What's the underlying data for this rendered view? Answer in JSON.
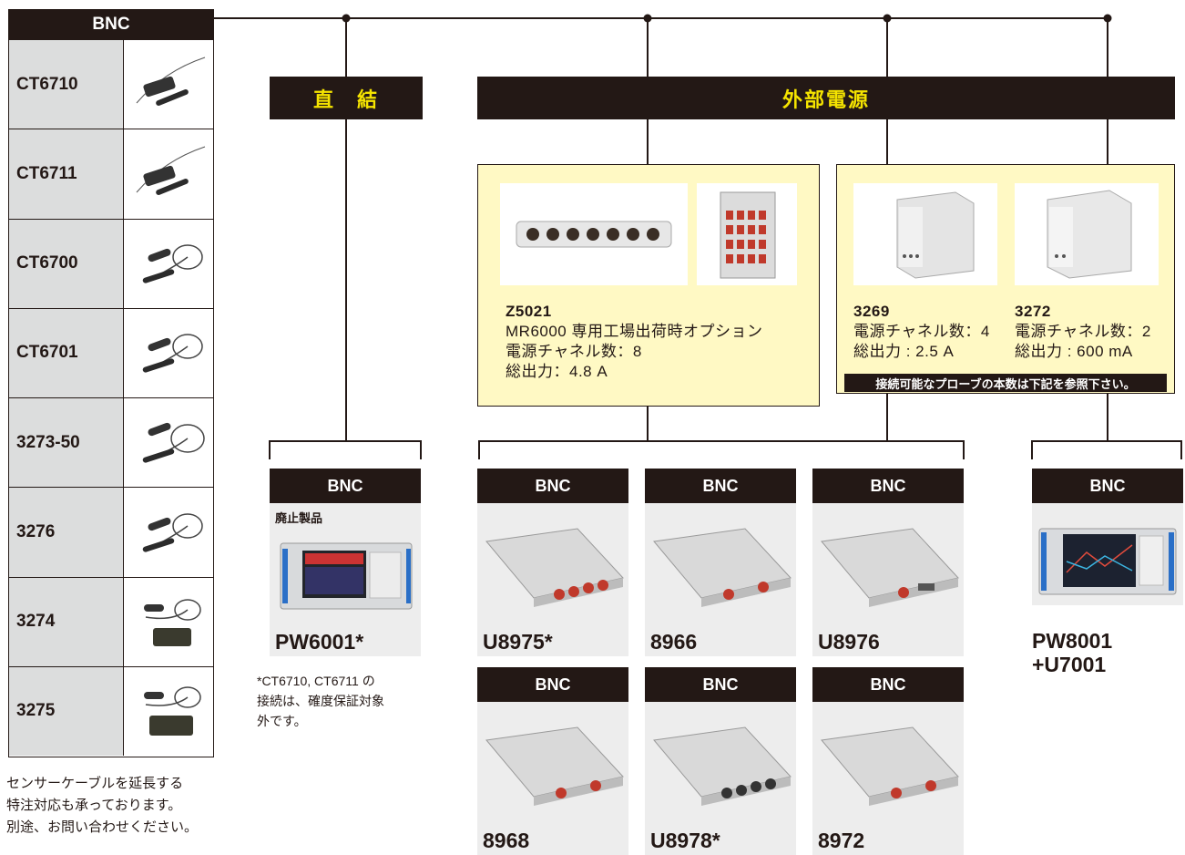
{
  "sensor_table": {
    "header": "BNC",
    "rows": [
      {
        "model": "CT6710"
      },
      {
        "model": "CT6711"
      },
      {
        "model": "CT6700"
      },
      {
        "model": "CT6701"
      },
      {
        "model": "3273-50"
      },
      {
        "model": "3276"
      },
      {
        "model": "3274"
      },
      {
        "model": "3275"
      }
    ]
  },
  "extension_note": [
    "センサーケーブルを延長する",
    "特注対応も承っております。",
    "別途、お問い合わせください。"
  ],
  "direct": {
    "label": "直　結",
    "card": {
      "header": "BNC",
      "discontinued": "廃止製品",
      "model": "PW6001*"
    },
    "footnote": [
      "*CT6710, CT6711 の",
      "接続は、確度保証対象",
      "外です。"
    ]
  },
  "external_power": {
    "label": "外部電源",
    "z5021": {
      "model": "Z5021",
      "lines": [
        "MR6000 専用工場出荷時オプション",
        "電源チャネル数：8",
        "総出力：4.8 A"
      ]
    },
    "u3269": {
      "model": "3269",
      "lines": [
        "電源チャネル数：4",
        "総出力 : 2.5 A"
      ]
    },
    "u3272": {
      "model": "3272",
      "lines": [
        "電源チャネル数：2",
        "総出力 : 600 mA"
      ]
    },
    "probe_note": "接続可能なプローブの本数は下記を参照下さい。"
  },
  "units": [
    {
      "header": "BNC",
      "model": "U8975*"
    },
    {
      "header": "BNC",
      "model": "8966"
    },
    {
      "header": "BNC",
      "model": "U8976"
    },
    {
      "header": "BNC",
      "model": "8968"
    },
    {
      "header": "BNC",
      "model": "U8978*"
    },
    {
      "header": "BNC",
      "model": "8972"
    }
  ],
  "pw8001": {
    "header": "BNC",
    "model_line1": "PW8001",
    "model_line2": "+U7001"
  },
  "colors": {
    "black": "#231815",
    "yellow_text": "#f5e400",
    "box_fill": "#fff9c4",
    "gray": "#dcdddd",
    "card": "#ededed"
  }
}
